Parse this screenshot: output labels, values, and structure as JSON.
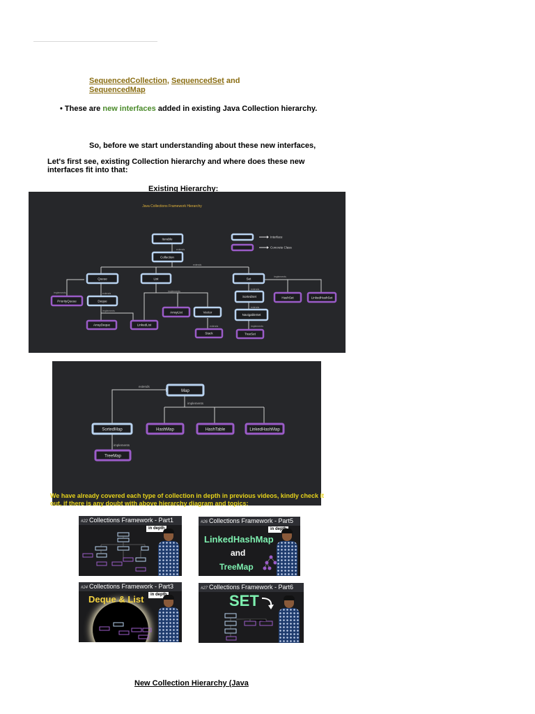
{
  "header": {
    "links": [
      "SequencedCollection",
      "SequencedSet",
      "SequencedMap"
    ],
    "sep_comma": ",",
    "sep_and": "and"
  },
  "bullet": {
    "marker": "•",
    "before": "These are",
    "highlight": "new interfaces",
    "after": "added in existing Java Collection hierarchy."
  },
  "paragraphs": {
    "p1": "So, before we start understanding about these new interfaces,",
    "p2": "Let's first see, existing Collection hierarchy and where does these new interfaces fit into that:"
  },
  "headings": {
    "existing": "Existing Hierarchy:",
    "new": "New Collection Hierarchy (Java"
  },
  "diagram1": {
    "title": "Java Collections Framework Hierarchy",
    "legend": {
      "interface": "Interface",
      "concrete": "Concrete Class"
    },
    "nodes": {
      "iterable": "Iterable",
      "collection": "Collection",
      "queue": "Queue",
      "list": "List",
      "set": "Set",
      "priorityqueue": "PriorityQueue",
      "deque": "Deque",
      "arraydeque": "ArrayDeque",
      "linkedlist": "LinkedList",
      "arraylist": "ArrayList",
      "vector": "Vector",
      "stack": "Stack",
      "sortedset": "SortedSet",
      "navigableset": "NavigableSet",
      "treeset": "TreeSet",
      "hashset": "HashSet",
      "linkedhashset": "LinkedHashSet"
    },
    "edge_labels": {
      "extends": "extends",
      "implements": "implements"
    }
  },
  "diagram2": {
    "nodes": {
      "map": "Map",
      "sortedmap": "SortedMap",
      "hashmap": "HashMap",
      "hashtable": "HashTable",
      "linkedhashmap": "LinkedHashMap",
      "treemap": "TreeMap"
    },
    "edge_labels": {
      "extends": "extends",
      "implements": "implements"
    }
  },
  "note": "We have already covered each type of collection in depth in previous videos, kindly check it out, if there is any doubt with above hierarchy diagram and topics:",
  "thumbnails": [
    {
      "num": "#22",
      "title": "Collections Framework - Part1",
      "badge": "in depth"
    },
    {
      "num": "#26",
      "title": "Collections Framework - Part5",
      "badge": "in depth",
      "line1": "LinkedHashMap",
      "line2": "and",
      "line3": "TreeMap"
    },
    {
      "num": "#24",
      "title": "Collections Framework - Part3",
      "badge": "in depth",
      "big": "Deque & List"
    },
    {
      "num": "#27",
      "title": "Collections Framework - Part6",
      "big": "SET"
    }
  ],
  "colors": {
    "link": "#8a6d12",
    "green": "#4a8a2a",
    "note": "#e6d21a",
    "panel": "#26272a",
    "interface_border": "#b9d3f0",
    "class_border": "#9b5cc8",
    "diagram_title": "#e0b23a"
  }
}
